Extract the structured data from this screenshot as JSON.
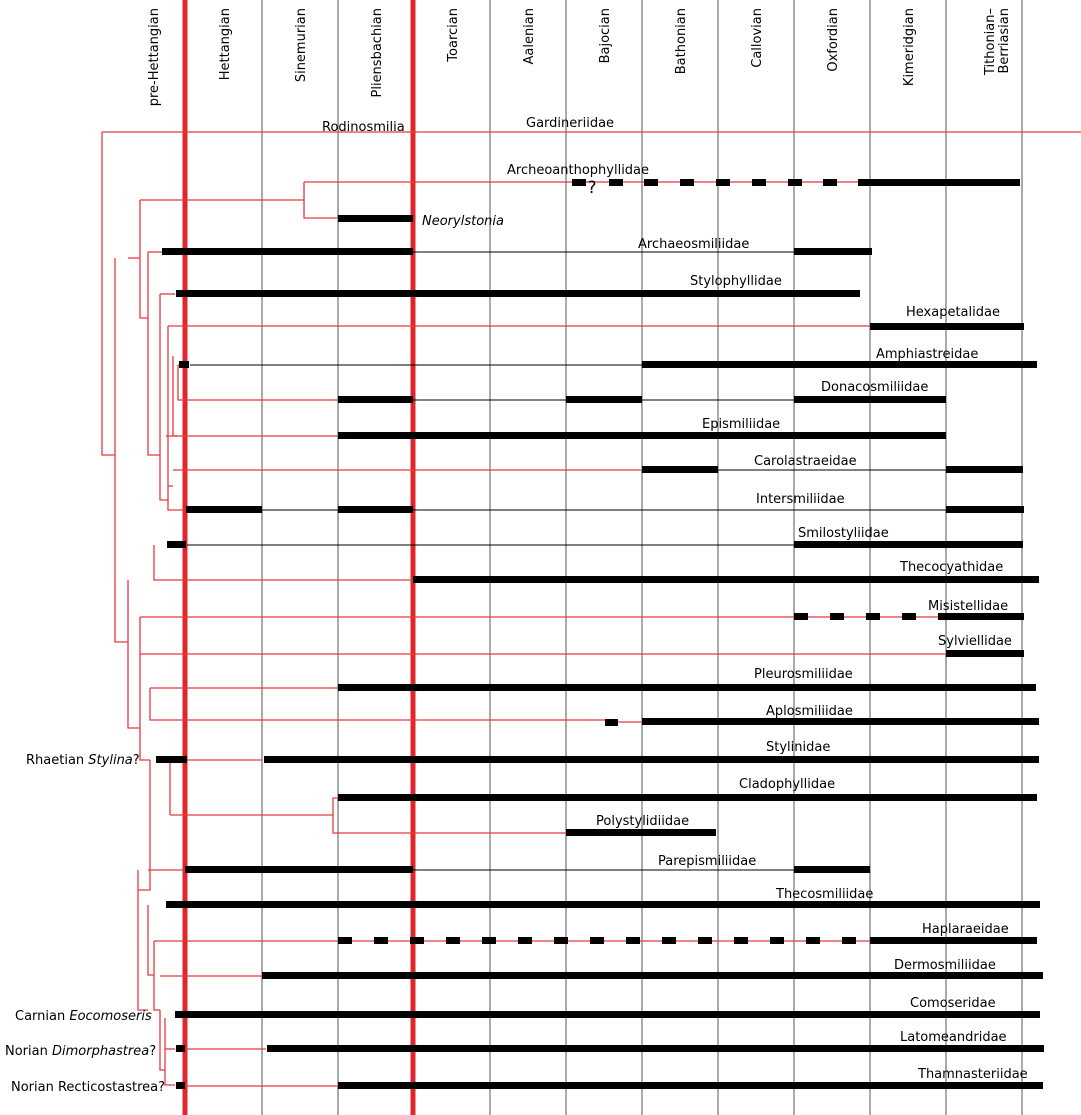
{
  "stages": [
    "pre-Hettangian",
    "Hettangian",
    "Sinemurian",
    "Pliensbachian",
    "Toarcian",
    "Aalenian",
    "Bajocian",
    "Bathonian",
    "Callovian",
    "Oxfordian",
    "Kimeridgian",
    "Tithonian–Berriasian"
  ],
  "top_labels": {
    "rodinosmilia": "Rodinosmilia",
    "gardineriidae": "Gardineriidae"
  },
  "taxa": [
    {
      "name": "Archeoanthophyllidae"
    },
    {
      "name": "Neorylstonia",
      "italic": true
    },
    {
      "name": "Archaeosmiliidae"
    },
    {
      "name": "Stylophyllidae"
    },
    {
      "name": "Hexapetalidae"
    },
    {
      "name": "Amphiastreidae"
    },
    {
      "name": "Donacosmiliidae"
    },
    {
      "name": "Epismiliidae"
    },
    {
      "name": "Carolastraeidae"
    },
    {
      "name": "Intersmiliidae"
    },
    {
      "name": "Smilostyliidae"
    },
    {
      "name": "Thecocyathidae"
    },
    {
      "name": "Misistellidae"
    },
    {
      "name": "Sylviellidae"
    },
    {
      "name": "Pleurosmiliidae"
    },
    {
      "name": "Aplosmiliidae"
    },
    {
      "name": "Stylinidae"
    },
    {
      "name": "Cladophyllidae"
    },
    {
      "name": "Polystylidiidae"
    },
    {
      "name": "Parepismiliidae"
    },
    {
      "name": "Thecosmiliidae"
    },
    {
      "name": "Haplaraeidae"
    },
    {
      "name": "Dermosmiliidae"
    },
    {
      "name": "Comoseridae"
    },
    {
      "name": "Latomeandridae"
    },
    {
      "name": "Thamnasteriidae"
    }
  ],
  "uncertainty_marker": "?",
  "outgroups": [
    {
      "prefix": "Rhaetian ",
      "genus": "Stylina",
      "suffix": "?"
    },
    {
      "prefix": "Carnian ",
      "genus": "Eocomoseris",
      "suffix": ""
    },
    {
      "prefix": "Norian ",
      "genus": "Dimorphastrea",
      "suffix": "?"
    },
    {
      "prefix": "Norian Recticostastrea?",
      "genus": "",
      "suffix": ""
    }
  ],
  "colors": {
    "tree": "#e8393f",
    "boundary": "#e0262d",
    "range": "#000000",
    "grid": "#555555"
  }
}
